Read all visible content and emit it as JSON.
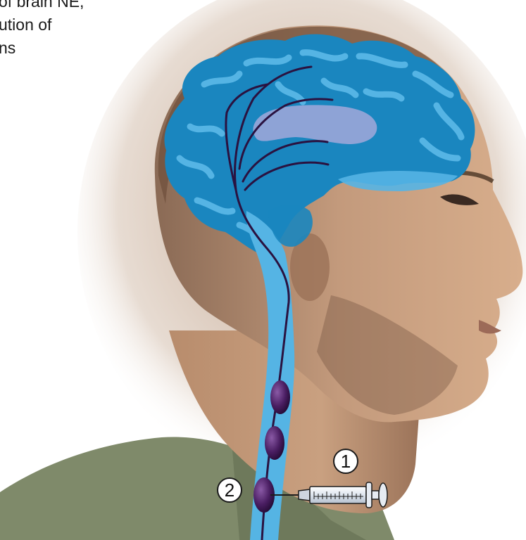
{
  "caption": {
    "lines": [
      "of brain NE,",
      "ution of",
      "ns"
    ]
  },
  "markers": {
    "one": "1",
    "two": "2"
  },
  "colors": {
    "brain_dark": "#1a86bf",
    "brain_light": "#55b4e4",
    "ventricle": "#8ea3d6",
    "neuron": "#2a1240",
    "ganglion": "#4a1e62",
    "skin": "#c49a7e",
    "shirt": "#7f8a6a"
  },
  "icons": [
    "syringe-icon",
    "ganglion-icon"
  ]
}
